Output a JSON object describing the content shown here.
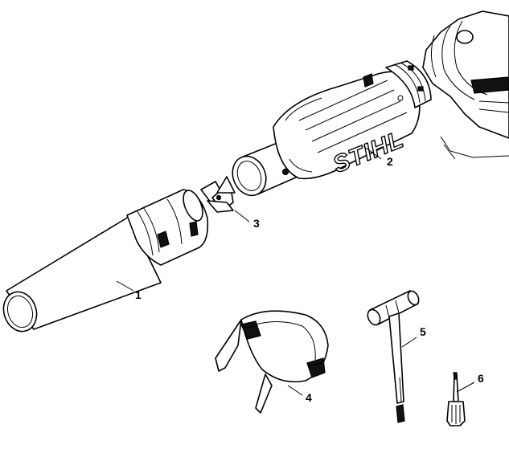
{
  "diagram": {
    "brand_logo": "STIHL",
    "callouts": [
      {
        "id": "1",
        "label": "1",
        "part": "blower-tube"
      },
      {
        "id": "2",
        "label": "2",
        "part": "nozzle-housing"
      },
      {
        "id": "3",
        "label": "3",
        "part": "flow-straightener"
      },
      {
        "id": "4",
        "label": "4",
        "part": "safety-glasses"
      },
      {
        "id": "5",
        "label": "5",
        "part": "combination-wrench"
      },
      {
        "id": "6",
        "label": "6",
        "part": "screwdriver"
      }
    ]
  }
}
